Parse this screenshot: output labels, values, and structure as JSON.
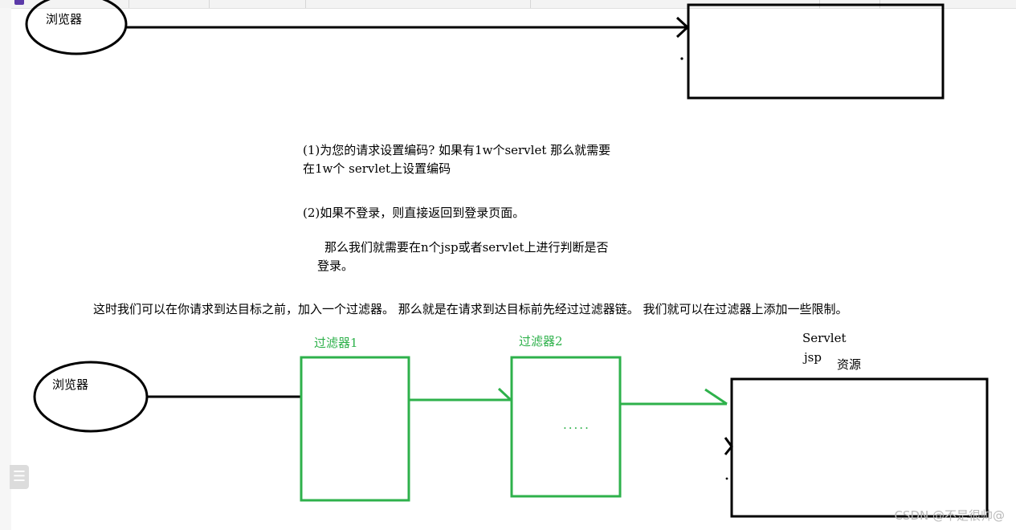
{
  "top_diagram": {
    "browser_label": "浏览器"
  },
  "notes": {
    "note1_line1": "(1)为您的请求设置编码? 如果有1w个servlet 那么就需要",
    "note1_line2": "在1w个 servlet上设置编码",
    "note2": "(2)如果不登录，则直接返回到登录页面。",
    "note3_line1": "那么我们就需要在n个jsp或者servlet上进行判断是否",
    "note3_line2": "登录。"
  },
  "explanation": "这时我们可以在你请求到达目标之前，加入一个过滤器。 那么就是在请求到达目标前先经过过滤器链。 我们就可以在过滤器上添加一些限制。",
  "bottom_diagram": {
    "browser_label": "浏览器",
    "filter1_label": "过滤器1",
    "filter2_label": "过滤器2",
    "ellipsis": ".....",
    "servlet_label": "Servlet",
    "jsp_label": "jsp",
    "resource_label": "资源"
  },
  "colors": {
    "filter_green": "#2eb14b",
    "ink": "#000000"
  },
  "watermark": "CSDN @不是很帅@"
}
